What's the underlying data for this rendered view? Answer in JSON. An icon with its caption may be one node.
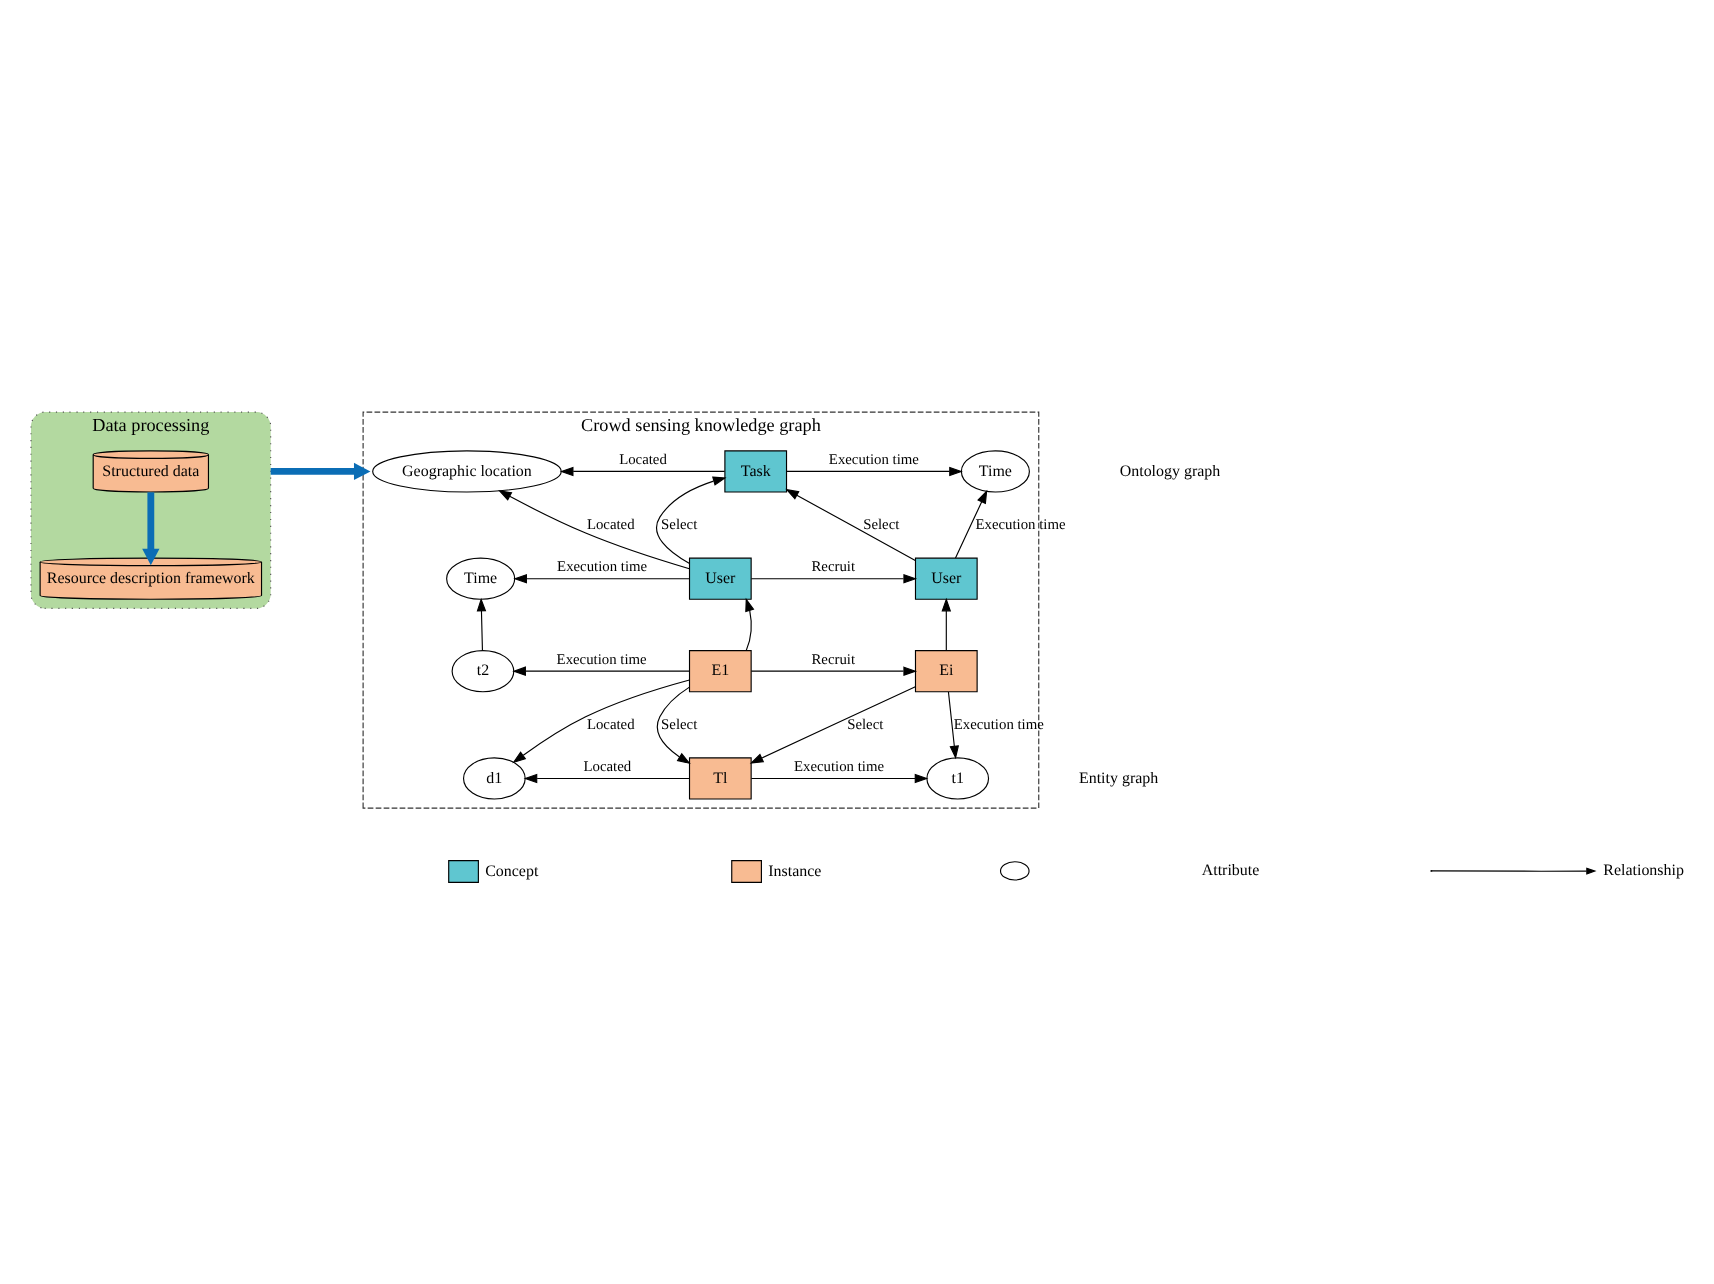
{
  "diagram": {
    "nodes": [
      {
        "text": [
          "Data processing"
        ]
      },
      {
        "text": [
          "Structured data"
        ],
        "in": 0
      },
      {
        "text": [
          "Resource description framework"
        ],
        "in": 0
      },
      {
        "text": [
          "Crowd sensing knowledge graph"
        ]
      },
      {
        "text": [
          "Geographic location"
        ],
        "in": 3
      },
      {
        "text": [
          "Task"
        ],
        "in": 3
      },
      {
        "text": [
          "Time"
        ],
        "in": 3
      },
      {
        "text": [
          "Time"
        ],
        "in": 3
      },
      {
        "text": [
          "User"
        ],
        "in": 3
      },
      {
        "text": [
          "User"
        ],
        "in": 3
      },
      {
        "text": [
          "t2"
        ],
        "in": 3
      },
      {
        "text": [
          "E1"
        ],
        "in": 3
      },
      {
        "text": [
          "Ei"
        ],
        "in": 3
      },
      {
        "text": [
          "d1"
        ],
        "in": 3
      },
      {
        "text": [
          "Tl"
        ],
        "in": 3
      },
      {
        "text": [
          "t1"
        ],
        "in": 3
      }
    ],
    "edges": [
      {
        "from": 1,
        "to": 2,
        "arrow": "to",
        "style": "thick",
        "color": "#0b6db5"
      },
      {
        "from": 0,
        "to": 3,
        "arrow": "to",
        "style": "thick",
        "color": "#0b6db5"
      },
      {
        "from": 5,
        "to": 4,
        "arrow": "to",
        "label": "Located"
      },
      {
        "from": 5,
        "to": 6,
        "arrow": "to",
        "label": "Execution time"
      },
      {
        "from": 8,
        "to": 4,
        "arrow": "to",
        "label": "Located"
      },
      {
        "from": 8,
        "to": 5,
        "arrow": "to",
        "label": "Select"
      },
      {
        "from": 9,
        "to": 5,
        "arrow": "to",
        "label": "Select"
      },
      {
        "from": 9,
        "to": 6,
        "arrow": "to",
        "label": "Execution time"
      },
      {
        "from": 8,
        "to": 7,
        "arrow": "to",
        "label": "Execution time"
      },
      {
        "from": 8,
        "to": 9,
        "arrow": "to",
        "label": "Recruit"
      },
      {
        "from": 10,
        "to": 7,
        "arrow": "to"
      },
      {
        "from": 11,
        "to": 8,
        "arrow": "to"
      },
      {
        "from": 12,
        "to": 9,
        "arrow": "to"
      },
      {
        "from": 11,
        "to": 10,
        "arrow": "to",
        "label": "Execution time"
      },
      {
        "from": 11,
        "to": 12,
        "arrow": "to",
        "label": "Recruit"
      },
      {
        "from": 11,
        "to": 13,
        "arrow": "to",
        "label": "Located"
      },
      {
        "from": 11,
        "to": 14,
        "arrow": "to",
        "label": "Select"
      },
      {
        "from": 12,
        "to": 14,
        "arrow": "to",
        "label": "Select"
      },
      {
        "from": 12,
        "to": 15,
        "arrow": "to",
        "label": "Execution time"
      },
      {
        "from": 14,
        "to": 13,
        "arrow": "to",
        "label": "Located"
      },
      {
        "from": 14,
        "to": 15,
        "arrow": "to",
        "label": "Execution time"
      }
    ],
    "labels": [
      "Ontology graph",
      "Entity graph"
    ],
    "legend": [
      {
        "text": "Concept",
        "color": "#5fc6d0"
      },
      {
        "text": "Instance",
        "color": "#f8bb92"
      },
      {
        "text": "Attribute"
      },
      {
        "text": "Relationship"
      }
    ]
  }
}
